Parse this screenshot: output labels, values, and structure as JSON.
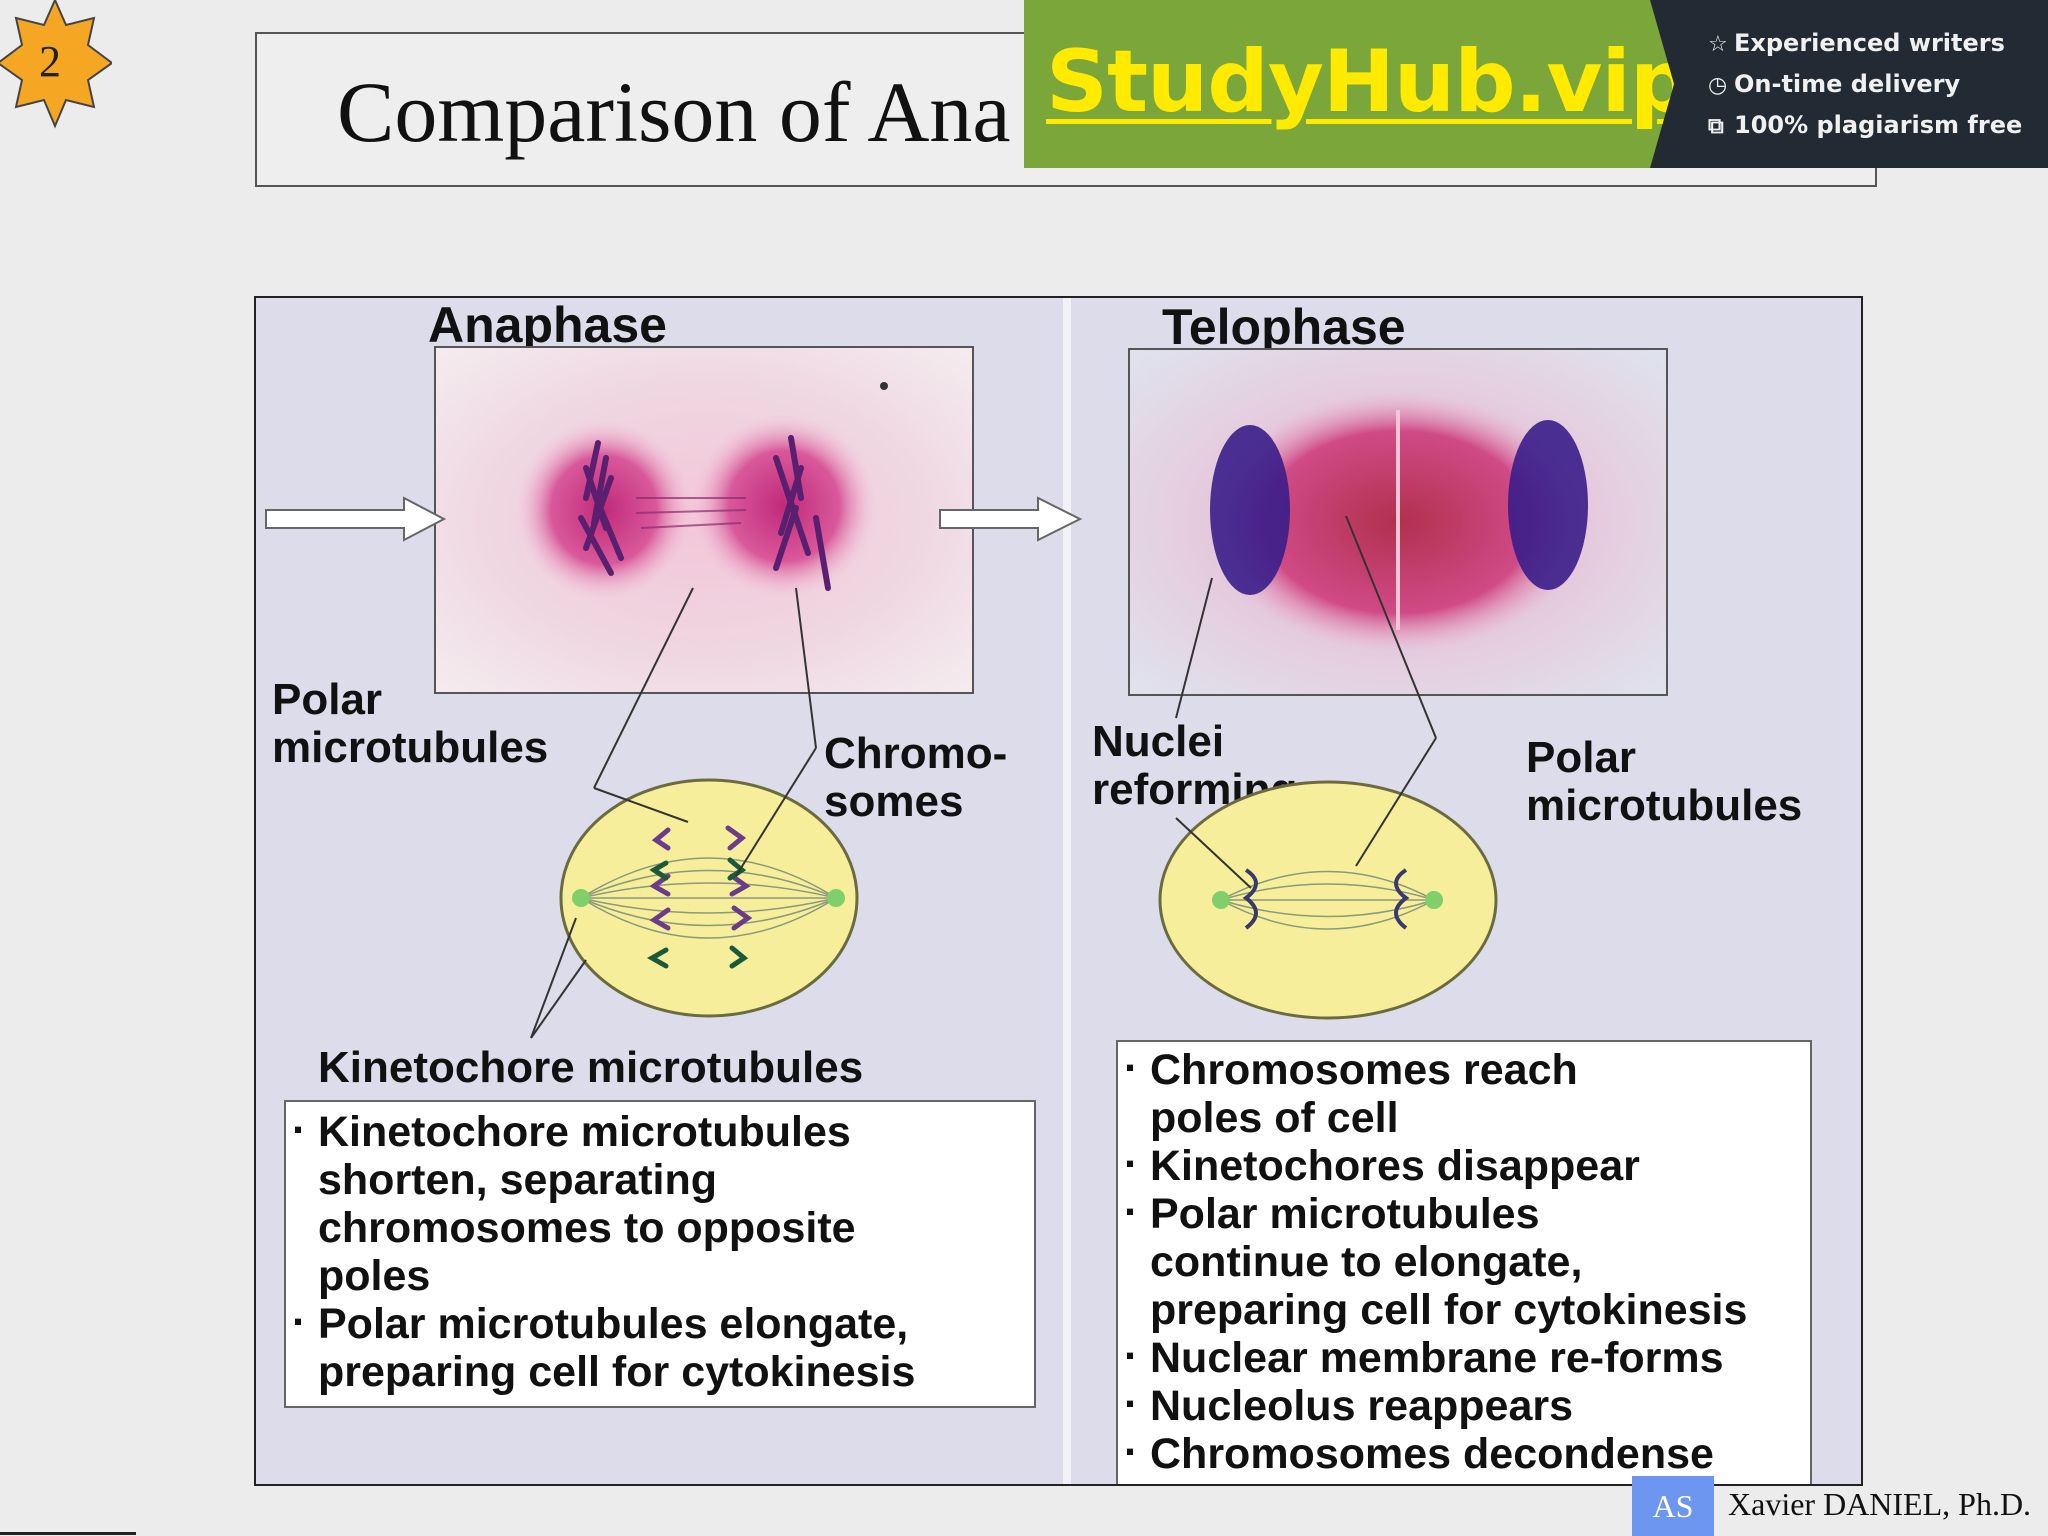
{
  "slide": {
    "number": "2",
    "title": "Comparison of Ana",
    "colors": {
      "badge": "#f5a623",
      "background": "#ececec"
    }
  },
  "ad": {
    "logo": "StudyHub.vip",
    "features": [
      {
        "icon": "star-icon",
        "label": "Experienced writers"
      },
      {
        "icon": "clock-icon",
        "label": "On-time delivery"
      },
      {
        "icon": "copy-icon",
        "label": "100% plagiarism free"
      }
    ],
    "colors": {
      "green": "#7aa63a",
      "logo": "#ffea00",
      "dark": "#222b33"
    }
  },
  "figure": {
    "anaphase": {
      "title": "Anaphase",
      "labels": {
        "polar": "Polar\nmicrotubules",
        "chromosomes": "Chromo-\nsomes",
        "kinetochore": "Kinetochore microtubules"
      },
      "bullets": [
        "Kinetochore microtubules\nshorten, separating\nchromosomes to opposite\npoles",
        "Polar microtubules elongate,\npreparing cell for cytokinesis"
      ]
    },
    "telophase": {
      "title": "Telophase",
      "labels": {
        "nuclei": "Nuclei\nreforming",
        "polar": "Polar\nmicrotubules"
      },
      "bullets": [
        "Chromosomes reach\npoles of cell",
        "Kinetochores disappear",
        "Polar microtubules\ncontinue to elongate,\npreparing cell for cytokinesis",
        "Nuclear membrane re-forms",
        "Nucleolus reappears",
        "Chromosomes decondense"
      ]
    },
    "bullet_char": "·"
  },
  "footer": {
    "initials": "AS",
    "author": "Xavier DANIEL, Ph.D."
  }
}
